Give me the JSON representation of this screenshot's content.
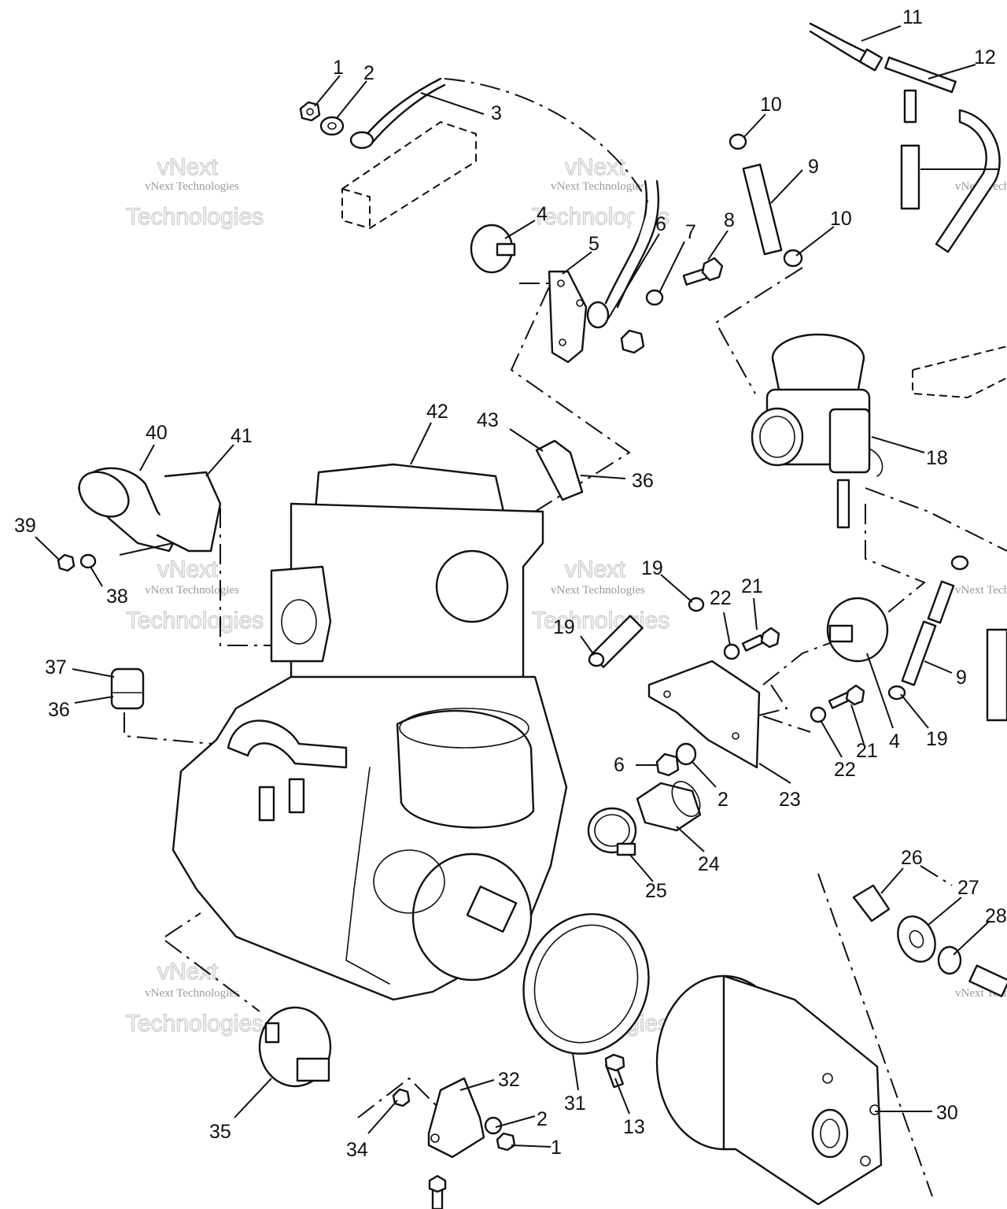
{
  "watermark": {
    "top_text": "vNext",
    "mid_text": "vNext Technologies",
    "bottom_text": "Technologies"
  },
  "callouts": [
    {
      "id": "1",
      "label": "1"
    },
    {
      "id": "2",
      "label": "2"
    },
    {
      "id": "3",
      "label": "3"
    },
    {
      "id": "4",
      "label": "4"
    },
    {
      "id": "5",
      "label": "5"
    },
    {
      "id": "6",
      "label": "6"
    },
    {
      "id": "7",
      "label": "7"
    },
    {
      "id": "8",
      "label": "8"
    },
    {
      "id": "9",
      "label": "9"
    },
    {
      "id": "10",
      "label": "10"
    },
    {
      "id": "11",
      "label": "11"
    },
    {
      "id": "12",
      "label": "12"
    },
    {
      "id": "13",
      "label": "13"
    },
    {
      "id": "18",
      "label": "18"
    },
    {
      "id": "19",
      "label": "19"
    },
    {
      "id": "21",
      "label": "21"
    },
    {
      "id": "22",
      "label": "22"
    },
    {
      "id": "23",
      "label": "23"
    },
    {
      "id": "24",
      "label": "24"
    },
    {
      "id": "25",
      "label": "25"
    },
    {
      "id": "26",
      "label": "26"
    },
    {
      "id": "27",
      "label": "27"
    },
    {
      "id": "28",
      "label": "28"
    },
    {
      "id": "30",
      "label": "30"
    },
    {
      "id": "31",
      "label": "31"
    },
    {
      "id": "32",
      "label": "32"
    },
    {
      "id": "34",
      "label": "34"
    },
    {
      "id": "35",
      "label": "35"
    },
    {
      "id": "36",
      "label": "36"
    },
    {
      "id": "37",
      "label": "37"
    },
    {
      "id": "38",
      "label": "38"
    },
    {
      "id": "39",
      "label": "39"
    },
    {
      "id": "40",
      "label": "40"
    },
    {
      "id": "41",
      "label": "41"
    },
    {
      "id": "42",
      "label": "42"
    },
    {
      "id": "43",
      "label": "43"
    }
  ]
}
